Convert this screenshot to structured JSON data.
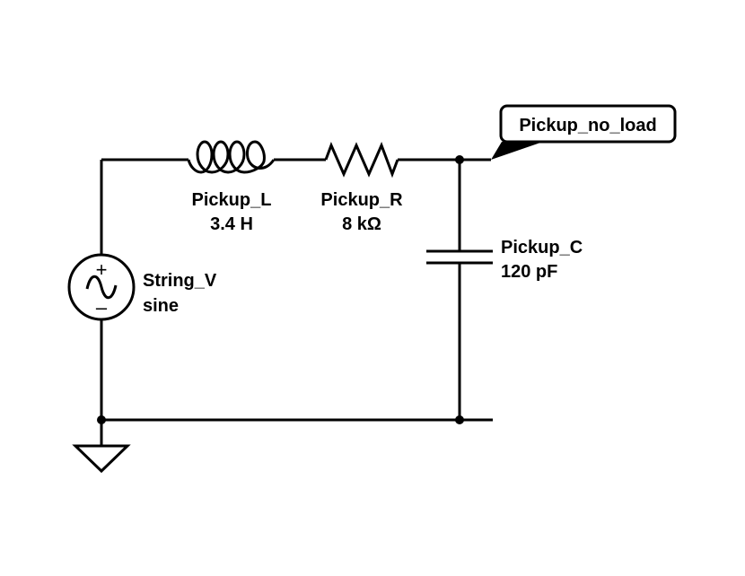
{
  "inductor": {
    "name": "Pickup_L",
    "value": "3.4 H"
  },
  "resistor": {
    "name": "Pickup_R",
    "value": "8 kΩ"
  },
  "capacitor": {
    "name": "Pickup_C",
    "value": "120 pF"
  },
  "source": {
    "name": "String_V",
    "value": "sine",
    "plus": "+",
    "minus": "–"
  },
  "net_label": "Pickup_no_load"
}
